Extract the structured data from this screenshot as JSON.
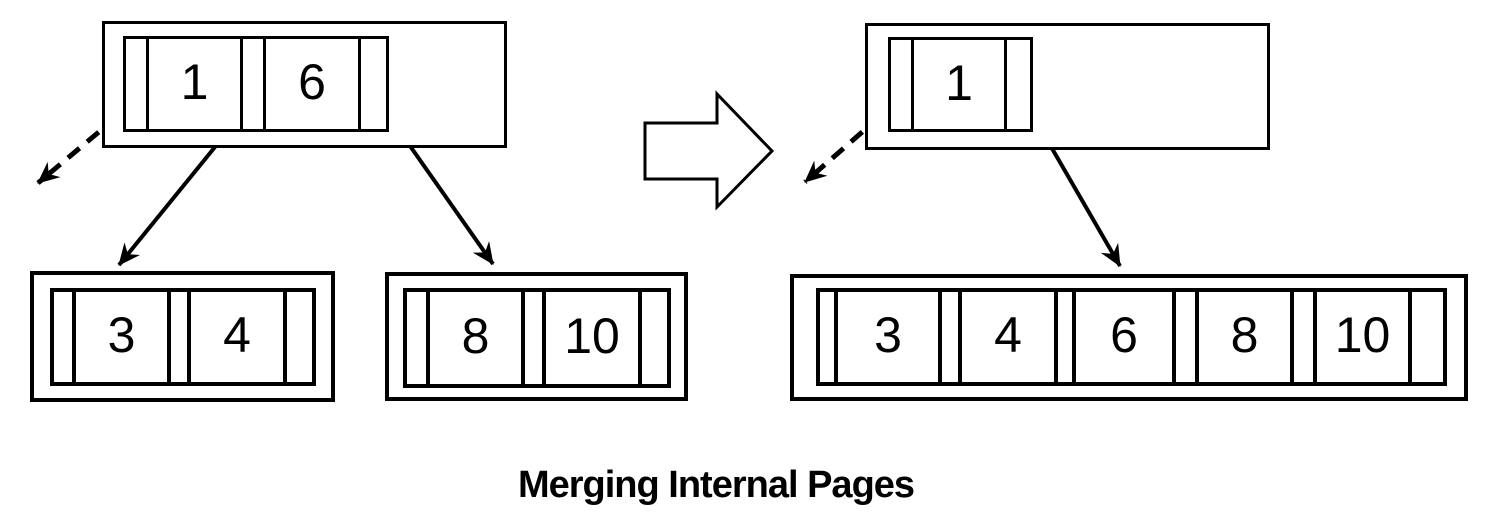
{
  "caption": "Merging Internal Pages",
  "colors": {
    "stroke": "#000000",
    "background": "#ffffff",
    "text": "#000000"
  },
  "before": {
    "root": {
      "keys": [
        "1",
        "6"
      ]
    },
    "children": [
      {
        "keys": [
          "3",
          "4"
        ]
      },
      {
        "keys": [
          "8",
          "10"
        ]
      }
    ]
  },
  "after": {
    "root": {
      "keys": [
        "1"
      ]
    },
    "merged_child": {
      "keys": [
        "3",
        "4",
        "6",
        "8",
        "10"
      ]
    }
  }
}
